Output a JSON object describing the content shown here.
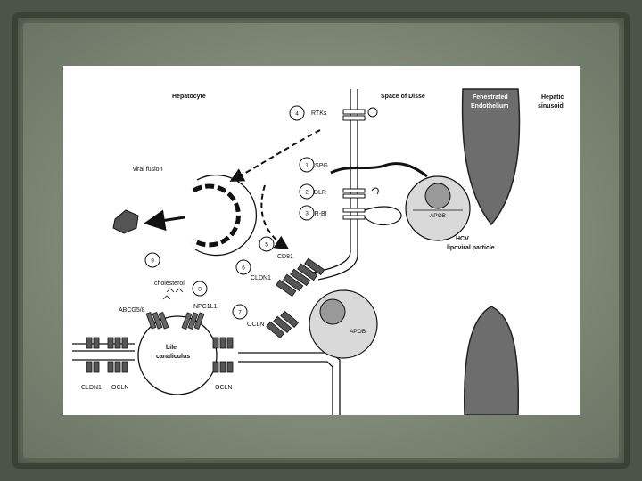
{
  "labels": {
    "hepatocyte": "Hepatocyte",
    "space_of_disse": "Space of Disse",
    "fenestrated_1": "Fenestrated",
    "fenestrated_2": "Endothelium",
    "sinusoid_1": "Hepatic",
    "sinusoid_2": "sinusoid",
    "rtks": "RTKs",
    "hspg": "HSPG",
    "ldlr": "LDLR",
    "srbi": "SR-BI",
    "cd81": "CD81",
    "cldn1": "CLDN1",
    "ocln": "OCLN",
    "cholesterol": "cholesterol",
    "abcg58": "ABCG5/8",
    "npc1l1": "NPC1L1",
    "bile_1": "bile",
    "bile_2": "canaliculus",
    "cldn1_bottom": "CLDN1",
    "ocln_bottom_left": "OCLN",
    "ocln_bottom_right": "OCLN",
    "viral_fusion": "viral fusion",
    "hcv_1": "HCV",
    "hcv_2": "lipoviral particle",
    "apob_1": "APOB",
    "apob_2": "APOB"
  },
  "steps": [
    "1",
    "2",
    "3",
    "4",
    "5",
    "6",
    "7",
    "8",
    "9"
  ],
  "colors": {
    "background": "#4b5446",
    "slide": "#8a9380",
    "figure": "#ffffff",
    "endothelium": "#6d6d6d",
    "ink": "#111111"
  }
}
